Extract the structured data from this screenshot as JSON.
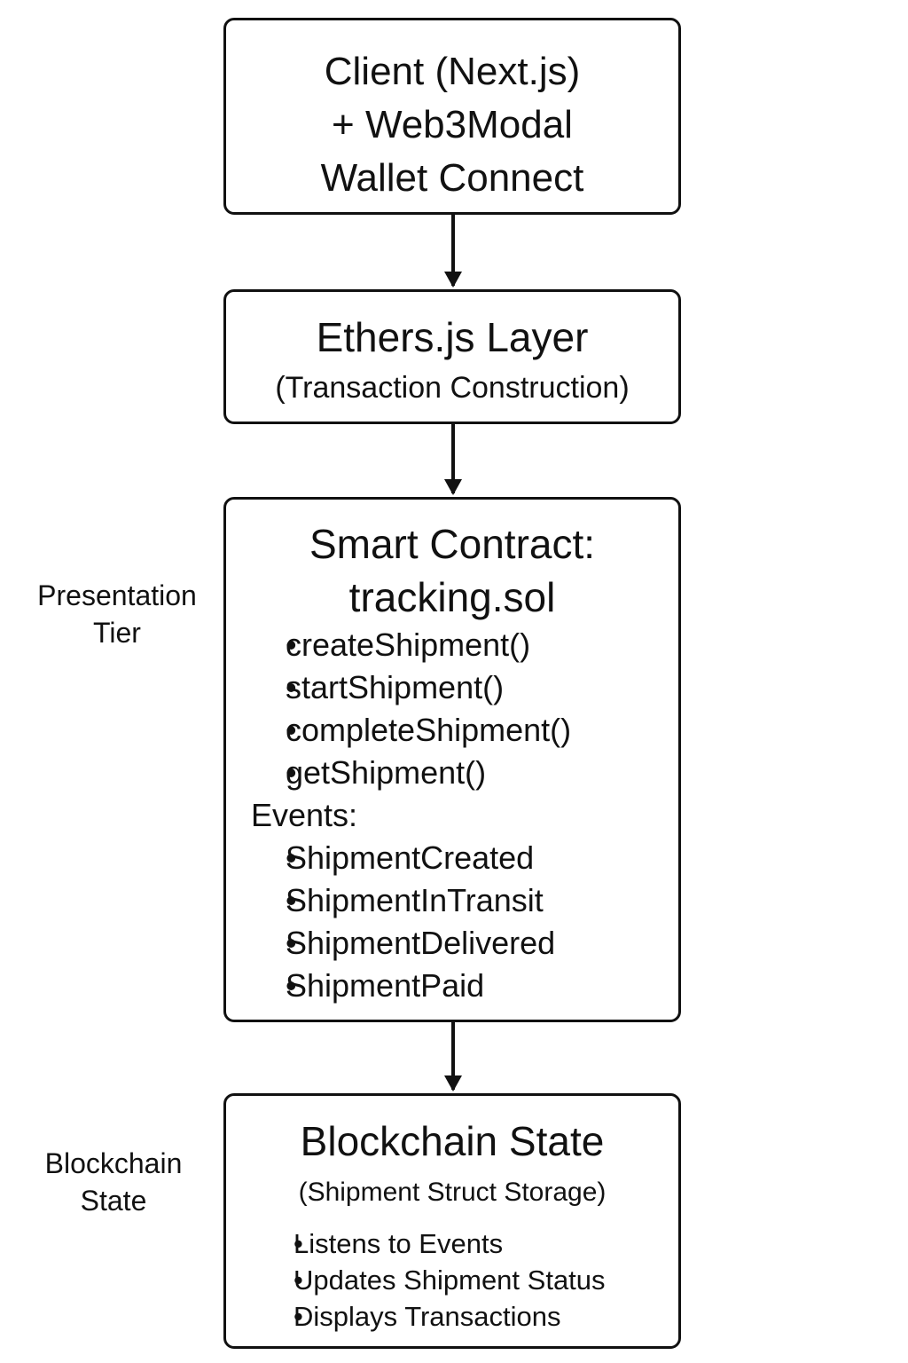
{
  "boxes": {
    "client": {
      "lines": [
        "Client (Next.js)",
        "+ Web3Modal",
        "Wallet Connect"
      ]
    },
    "ethers": {
      "title": "Ethers.js Layer",
      "subtitle": "(Transaction Construction)"
    },
    "contract": {
      "title_line1": "Smart Contract:",
      "title_line2": "tracking.sol",
      "functions": [
        "createShipment()",
        "startShipment()",
        "completeShipment()",
        "getShipment()"
      ],
      "events_heading": "Events:",
      "events": [
        "ShipmentCreated",
        "ShipmentInTransit",
        "ShipmentDelivered",
        "ShipmentPaid"
      ]
    },
    "blockchain": {
      "title": "Blockchain State",
      "subtitle": "(Shipment Struct Storage)",
      "items": [
        "Listens to Events",
        "Updates Shipment Status",
        "Displays Transactions"
      ]
    }
  },
  "side_labels": {
    "presentation": [
      "Presentation",
      "Tier"
    ],
    "blockchain": [
      "Blockchain",
      "State"
    ]
  }
}
